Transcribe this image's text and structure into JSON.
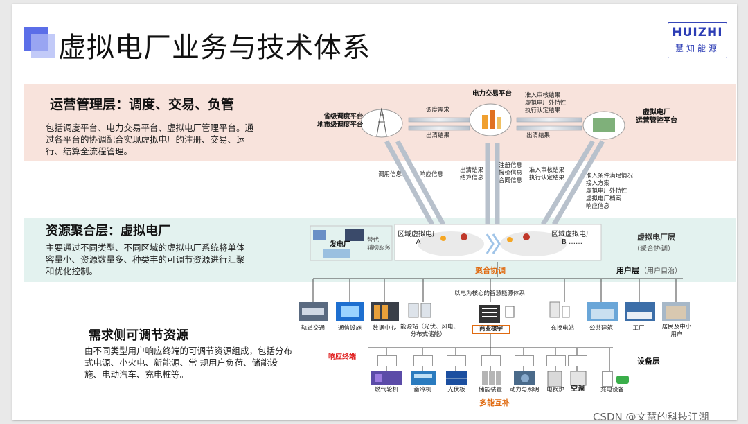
{
  "slide_title": "虚拟电厂业务与技术体系",
  "logo": {
    "en": "HUIZHI",
    "zh": "慧知能源"
  },
  "layers": {
    "ops": {
      "heading": "运营管理层：调度、交易、负管",
      "desc": "包括调度平台、电力交易平台、虚拟电厂管理平台。通过各平台的协调配合实现虚拟电厂的注册、交易、运行、结算全流程管理。"
    },
    "agg": {
      "heading": "资源聚合层：虚拟电厂",
      "desc": "主要通过不同类型、不同区域的虚拟电厂系统将单体容量小、资源数量多、种类丰的可调节资源进行汇聚和优化控制。"
    },
    "demand": {
      "heading": "需求侧可调节资源",
      "desc": "由不同类型用户响应终端的可调节资源组成，包括分布式电源、小火电、新能源、常 规用户负荷、储能设施、电动汽车、充电桩等。"
    }
  },
  "diagram": {
    "dispatch_platform": "省级调度平台\n地市级调度平台",
    "trading_platform": "电力交易平台",
    "vpp_platform": "虚拟电厂\n运营管控平台",
    "flow_tiaodu_xuqiu": "调度需求",
    "flow_chuqing_1": "出清结果",
    "flow_zhunru_top": "准入审核结果\n虚拟电厂外特性\n执行认定结果",
    "flow_chuqing_2": "出清结果",
    "flow_diaoyong": "调用信息",
    "flow_xiangying": "响应信息",
    "flow_chuqing_jiesuan": "出清结果\n结算信息",
    "flow_zhuce": "注册信息\n报价信息\n合同信息",
    "flow_zhunru_mid": "准入审核结果\n执行认定结果",
    "flow_zhunru_tiaojian": "准入条件满足情况\n接入方案\n虚拟电厂外特性\n虚拟电厂档案\n响应信息",
    "power_plant": "发电厂",
    "aux_service": "替代\n辅助服务",
    "region_a": "区域虚拟电厂\nA",
    "region_b": "区域虚拟电厂\nB ……",
    "vpp_layer": "虚拟电厂层",
    "vpp_layer_sub": "（聚合协调）",
    "aggregation": "聚合协调",
    "user_layer": "用户层",
    "user_layer_sub": "（用户自治）",
    "smart_energy": "以电为核心的智慧能源体系",
    "users": [
      "轨道交通",
      "通信设施",
      "数据中心",
      "能源站（光伏、风电、\n分布式储能）",
      "商业楼宇",
      "充换电站",
      "公共建筑",
      "工厂",
      "居民及中小\n用户"
    ],
    "response_terminal": "响应终端",
    "device_layer": "设备层",
    "devices": [
      "燃气轮机",
      "蓄冷机",
      "光伏板",
      "储能装置",
      "动力与照明",
      "电锅炉",
      "空调",
      "充电设备"
    ],
    "multi_energy": "多能互补"
  },
  "watermark": "CSDN @文慧的科技江湖",
  "colors": {
    "accent": "#5b6ee8",
    "ops_band": "#f8e3dc",
    "agg_band": "#e3f2ef",
    "orange": "#e06a10",
    "red": "#e02020"
  }
}
